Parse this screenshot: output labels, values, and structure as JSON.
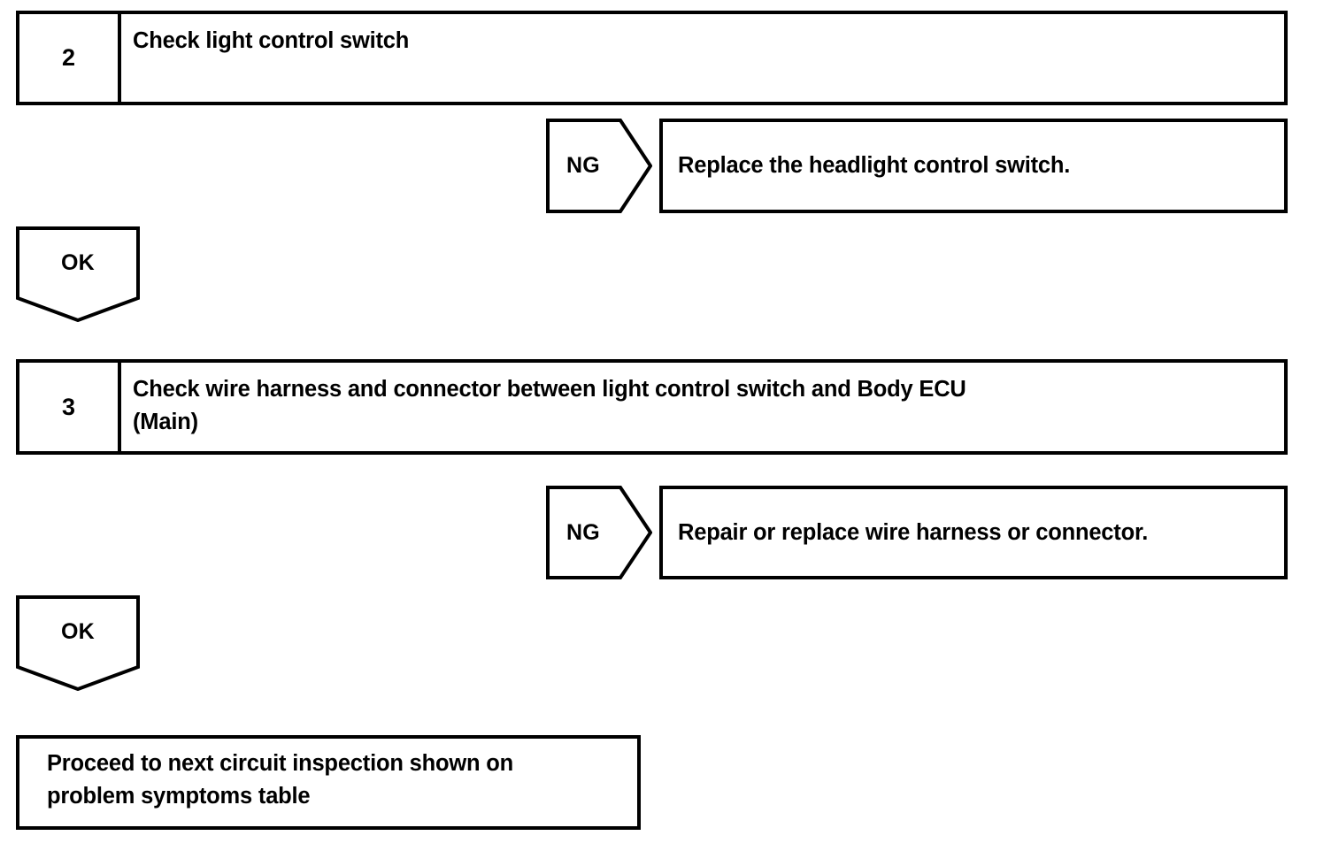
{
  "document": {
    "type": "troubleshooting-flowchart",
    "background_color": "#ffffff",
    "line_color": "#000000"
  },
  "steps": [
    {
      "number": "2",
      "title": "Check light control switch",
      "ng": {
        "label": "NG",
        "action": "Replace the headlight control switch."
      },
      "ok": {
        "label": "OK"
      }
    },
    {
      "number": "3",
      "title": "Check wire harness and connector between light control switch and Body ECU\n(Main)",
      "ng": {
        "label": "NG",
        "action": "Repair or replace wire harness or connector."
      },
      "ok": {
        "label": "OK"
      }
    }
  ],
  "final": {
    "text": "Proceed to next circuit inspection shown on\nproblem symptoms table"
  }
}
